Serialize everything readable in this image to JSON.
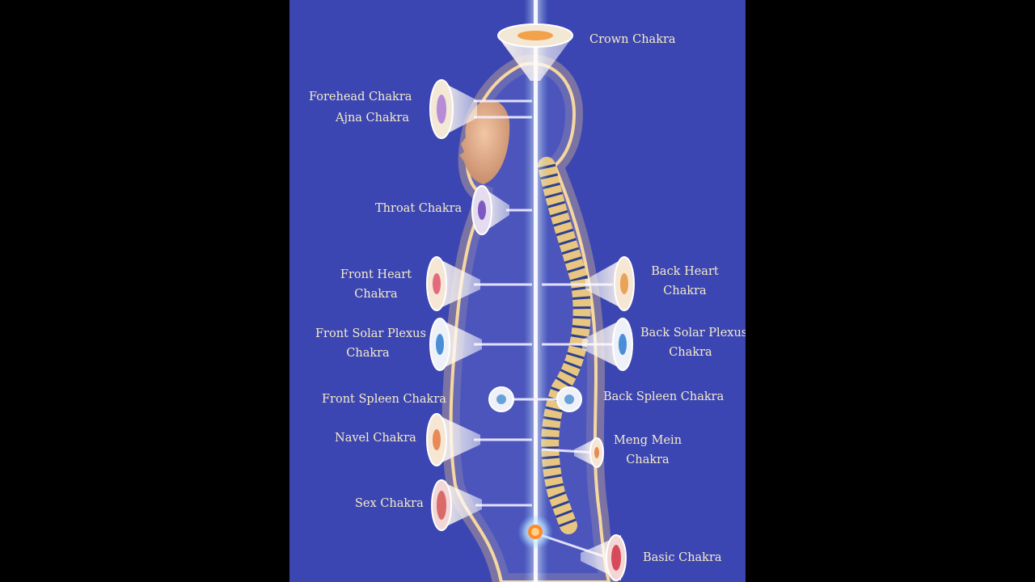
{
  "chakras": {
    "crown": "Crown Chakra",
    "forehead": "Forehead Chakra",
    "ajna": "Ajna Chakra",
    "throat": "Throat Chakra",
    "front_heart": [
      "Front Heart",
      "Chakra"
    ],
    "back_heart": [
      "Back Heart",
      "Chakra"
    ],
    "front_solar_plexus": [
      "Front Solar Plexus",
      "Chakra"
    ],
    "back_solar_plexus": [
      "Back Solar Plexus",
      "Chakra"
    ],
    "front_spleen": "Front Spleen Chakra",
    "back_spleen": "Back Spleen Chakra",
    "navel": "Navel Chakra",
    "meng_mein": [
      "Meng Mein",
      "Chakra"
    ],
    "sex": "Sex Chakra",
    "basic": "Basic Chakra"
  },
  "colors": {
    "background": "#3b46b2",
    "label_text": "#f6ebc8",
    "body_glow": "#f3c98a",
    "energy_channel": "#cfeeff"
  }
}
